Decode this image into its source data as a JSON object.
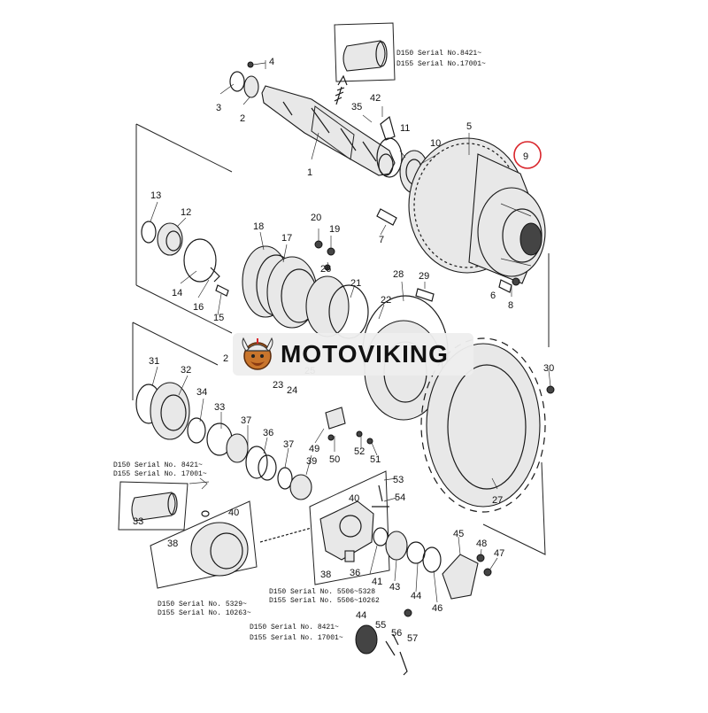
{
  "brand": {
    "text": "MOTOVIKING",
    "logo_icon": "viking-helmet-logo-icon",
    "highlight_color": "#d9252b"
  },
  "highlight": {
    "label": "9"
  },
  "labels": {
    "n1": "1",
    "n2": "2",
    "n3": "3",
    "n4": "4",
    "n5": "5",
    "n7": "7",
    "n8": "8",
    "n10": "10",
    "n11": "11",
    "n12": "12",
    "n13": "13",
    "n14": "14",
    "n15": "15",
    "n16": "16",
    "n17": "17",
    "n18": "18",
    "n19": "19",
    "n20": "20",
    "n21": "21",
    "n22": "22",
    "n23": "23",
    "n24": "24",
    "n25": "25",
    "n26": "26",
    "n27": "27",
    "n28": "28",
    "n29": "29",
    "n30": "30",
    "n31": "31",
    "n32": "32",
    "n33": "33",
    "n33b": "33",
    "n34": "34",
    "n35": "35",
    "n36": "36",
    "n36b": "36",
    "n37": "37",
    "n37b": "37",
    "n38": "38",
    "n38b": "38",
    "n39": "39",
    "n40": "40",
    "n40b": "40",
    "n41": "41",
    "n42": "42",
    "n43": "43",
    "n44": "44",
    "n44b": "44",
    "n45": "45",
    "n46": "46",
    "n47": "47",
    "n48": "48",
    "n49": "49",
    "n50": "50",
    "n51": "51",
    "n52": "52",
    "n53": "53",
    "n54": "54",
    "n55": "55",
    "n56": "56",
    "n57": "57",
    "n6": "6",
    "n2b": "2"
  },
  "serials": {
    "top_a": "D150  Serial No.8421~",
    "top_b": "D155  Serial No.17001~",
    "left_a": "D150  Serial No. 8421~",
    "left_b": "D155  Serial No. 17001~",
    "bl_a": "D150  Serial No. 5329~",
    "bl_b": "D155  Serial No. 10263~",
    "mid_a": "D150  Serial No. 5506~5328",
    "mid_b": "D155  Serial No. 5506~10262",
    "bot_a": "D150  Serial No. 8421~",
    "bot_b": "D155  Serial No. 17001~"
  }
}
